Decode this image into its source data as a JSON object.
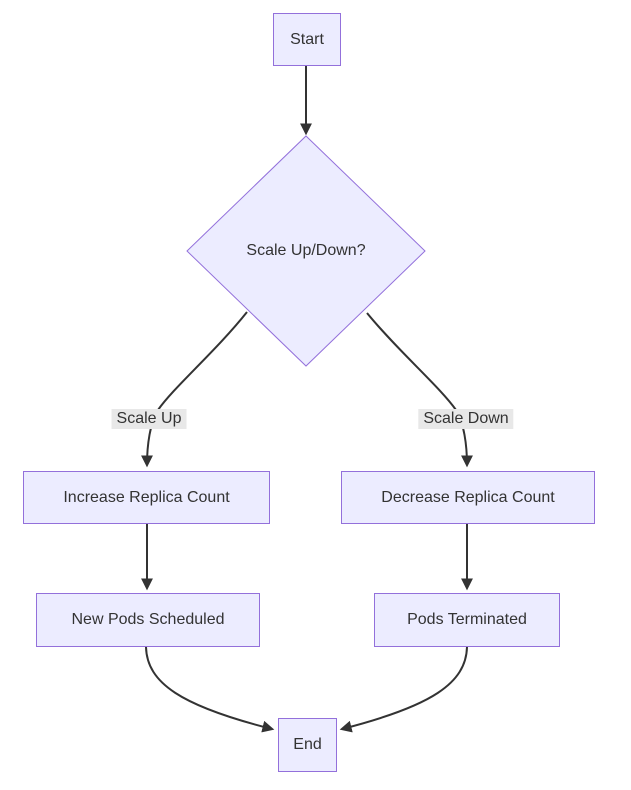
{
  "diagram": {
    "type": "flowchart",
    "direction": "top-down",
    "colors": {
      "node_fill": "#ECECFF",
      "node_border": "#9370DB",
      "edge": "#333333",
      "edge_label_bg": "#e8e8e8",
      "text": "#333333",
      "background": "#ffffff"
    },
    "nodes": [
      {
        "id": "start",
        "shape": "rect",
        "label": "Start"
      },
      {
        "id": "decision",
        "shape": "diamond",
        "label": "Scale Up/Down?"
      },
      {
        "id": "increase",
        "shape": "rect",
        "label": "Increase Replica Count"
      },
      {
        "id": "decrease",
        "shape": "rect",
        "label": "Decrease Replica Count"
      },
      {
        "id": "newpods",
        "shape": "rect",
        "label": "New Pods Scheduled"
      },
      {
        "id": "terminated",
        "shape": "rect",
        "label": "Pods Terminated"
      },
      {
        "id": "end",
        "shape": "rect",
        "label": "End"
      }
    ],
    "edges": [
      {
        "from": "start",
        "to": "decision",
        "label": ""
      },
      {
        "from": "decision",
        "to": "increase",
        "label": "Scale Up"
      },
      {
        "from": "decision",
        "to": "decrease",
        "label": "Scale Down"
      },
      {
        "from": "increase",
        "to": "newpods",
        "label": ""
      },
      {
        "from": "decrease",
        "to": "terminated",
        "label": ""
      },
      {
        "from": "newpods",
        "to": "end",
        "label": ""
      },
      {
        "from": "terminated",
        "to": "end",
        "label": ""
      }
    ]
  }
}
